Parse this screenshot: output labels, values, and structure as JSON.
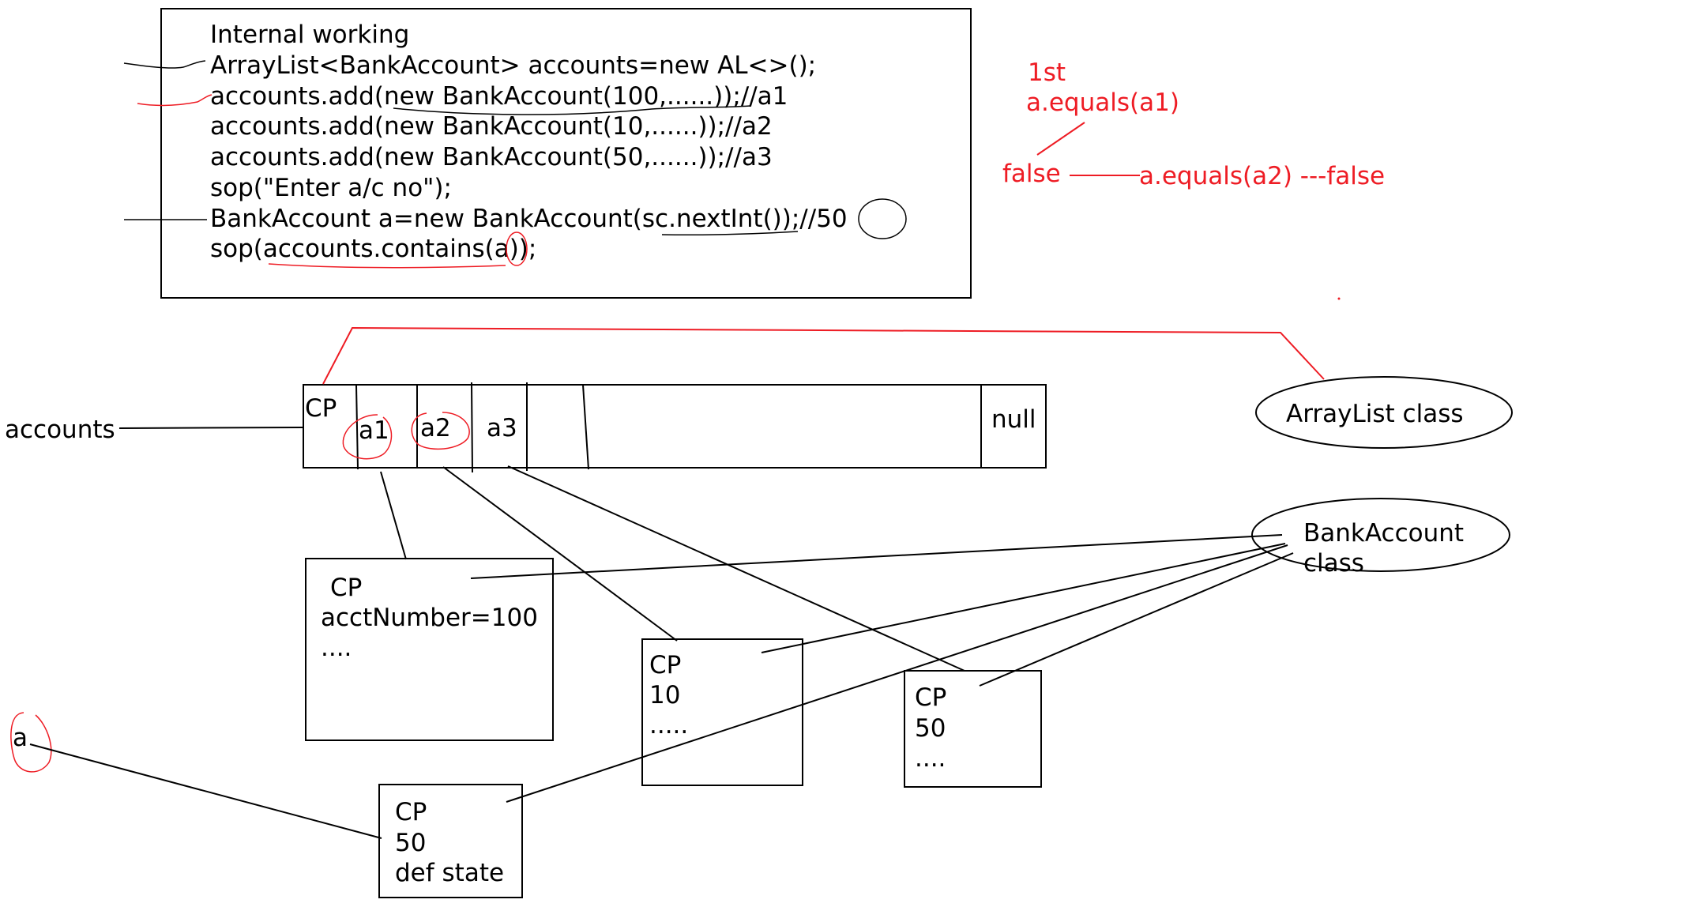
{
  "code_box": {
    "lines": [
      "Internal working",
      "ArrayList<BankAccount> accounts=new AL<>();",
      "accounts.add(new BankAccount(100,......));//a1",
      "accounts.add(new BankAccount(10,......));//a2",
      "accounts.add(new BankAccount(50,......));//a3",
      "sop(\"Enter a/c no\");",
      "BankAccount a=new BankAccount(sc.nextInt());//50",
      "sop(accounts.contains(a));"
    ]
  },
  "annotations": {
    "first": "1st",
    "equals_a1": "a.equals(a1)",
    "false_1": "false",
    "equals_a2": "a.equals(a2) ---false"
  },
  "array": {
    "ref_label": "accounts",
    "cells": [
      "CP",
      "a1",
      "a2",
      "a3",
      "null"
    ]
  },
  "classes": {
    "arraylist": "ArrayList class",
    "bankaccount_line1": "BankAccount",
    "bankaccount_line2": "class"
  },
  "objects": {
    "obj100": [
      "CP",
      "acctNumber=100",
      "...."
    ],
    "obj10": [
      "CP",
      "10",
      "....."
    ],
    "obj50": [
      "CP",
      "50",
      "...."
    ],
    "obj_a": [
      "CP",
      "50",
      "def state"
    ]
  },
  "ref_a": "a",
  "colors": {
    "ink": "#000000",
    "annotation": "#ee1c24"
  }
}
